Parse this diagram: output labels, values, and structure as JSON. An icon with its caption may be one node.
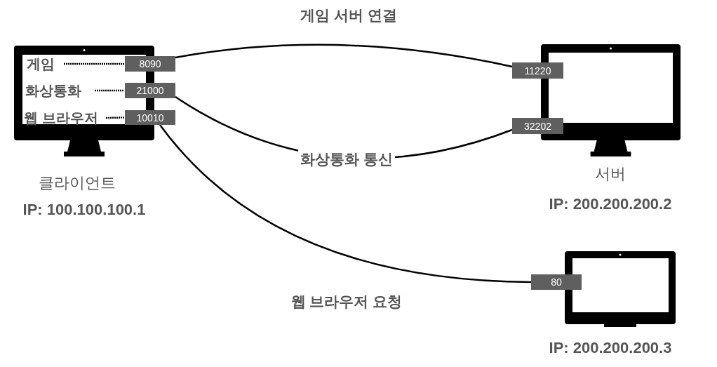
{
  "diagram": {
    "nodes": [
      {
        "text": [],
        "shape": "monitor",
        "beside": [
          "클라이언트",
          "IP: 100.100.100.1"
        ]
      },
      {
        "text": [
          "게임"
        ],
        "in": 0
      },
      {
        "text": [
          "8090"
        ]
      },
      {
        "text": [
          "화상통화"
        ],
        "in": 0
      },
      {
        "text": [
          "21000"
        ]
      },
      {
        "text": [
          "웹 브라우저"
        ],
        "in": 0
      },
      {
        "text": [
          "10010"
        ]
      },
      {
        "text": [],
        "shape": "monitor",
        "beside": [
          "서버",
          "IP: 200.200.200.2"
        ]
      },
      {
        "text": [
          "11220"
        ]
      },
      {
        "text": [
          "32202"
        ]
      },
      {
        "text": [],
        "shape": "monitor",
        "beside": [
          "IP: 200.200.200.3"
        ]
      },
      {
        "text": [
          "80"
        ]
      }
    ],
    "edges": [
      {
        "from": 1,
        "to": 2,
        "arrow": "none",
        "style": "dashed"
      },
      {
        "from": 3,
        "to": 4,
        "arrow": "none",
        "style": "dashed"
      },
      {
        "from": 5,
        "to": 6,
        "arrow": "none",
        "style": "dashed"
      },
      {
        "from": 2,
        "to": 8,
        "arrow": "none",
        "label": "게임 서버 연결"
      },
      {
        "from": 4,
        "to": 9,
        "arrow": "none",
        "label": "화상통화 통신"
      },
      {
        "from": 6,
        "to": 11,
        "arrow": "none",
        "label": "웹 브라우저 요청"
      }
    ]
  }
}
